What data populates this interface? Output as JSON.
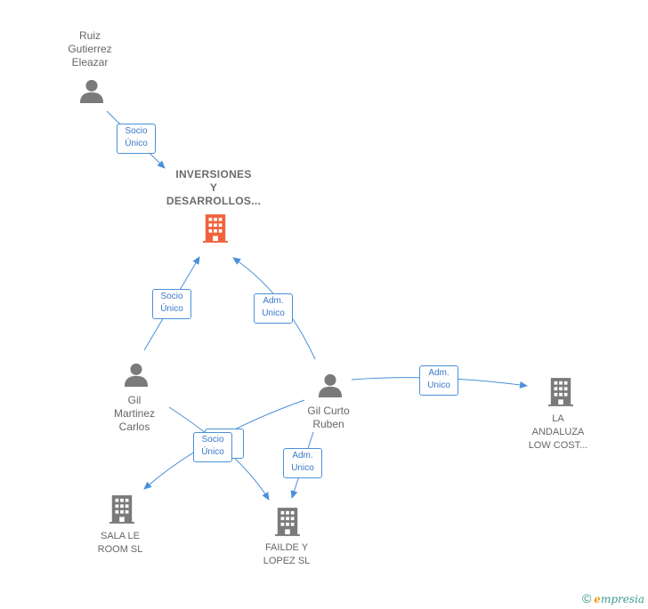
{
  "nodes": {
    "ruiz": {
      "lines": [
        "Ruiz",
        "Gutierrez",
        "Eleazar"
      ]
    },
    "inversiones": {
      "lines": [
        "INVERSIONES",
        "Y",
        "DESARROLLOS..."
      ]
    },
    "gil_martinez": {
      "lines": [
        "Gil",
        "Martinez",
        "Carlos"
      ]
    },
    "gil_curto": {
      "lines": [
        "Gil Curto",
        "Ruben"
      ]
    },
    "andaluza": {
      "lines": [
        "LA",
        "ANDALUZA",
        "LOW COST..."
      ]
    },
    "sala": {
      "lines": [
        "SALA LE",
        "ROOM SL"
      ]
    },
    "failde": {
      "lines": [
        "FAILDE Y",
        "LOPEZ SL"
      ]
    }
  },
  "edges": {
    "ruiz_inv": [
      "Socio",
      "Único"
    ],
    "gilm_inv": [
      "Socio",
      "Único"
    ],
    "gilc_inv": [
      "Adm.",
      "Unico"
    ],
    "gilc_andaluza": [
      "Adm.",
      "Unico"
    ],
    "gilc_failde": [
      "Adm.",
      "Unico"
    ],
    "sala_socio": [
      "Socio",
      "Único"
    ]
  },
  "colors": {
    "edge": "#4a90d9",
    "person": "#7a7a7a",
    "company": "#7a7a7a",
    "main_company": "#f0623a"
  },
  "brand": {
    "copyright": "©",
    "e": "e",
    "name": "mpresia"
  }
}
